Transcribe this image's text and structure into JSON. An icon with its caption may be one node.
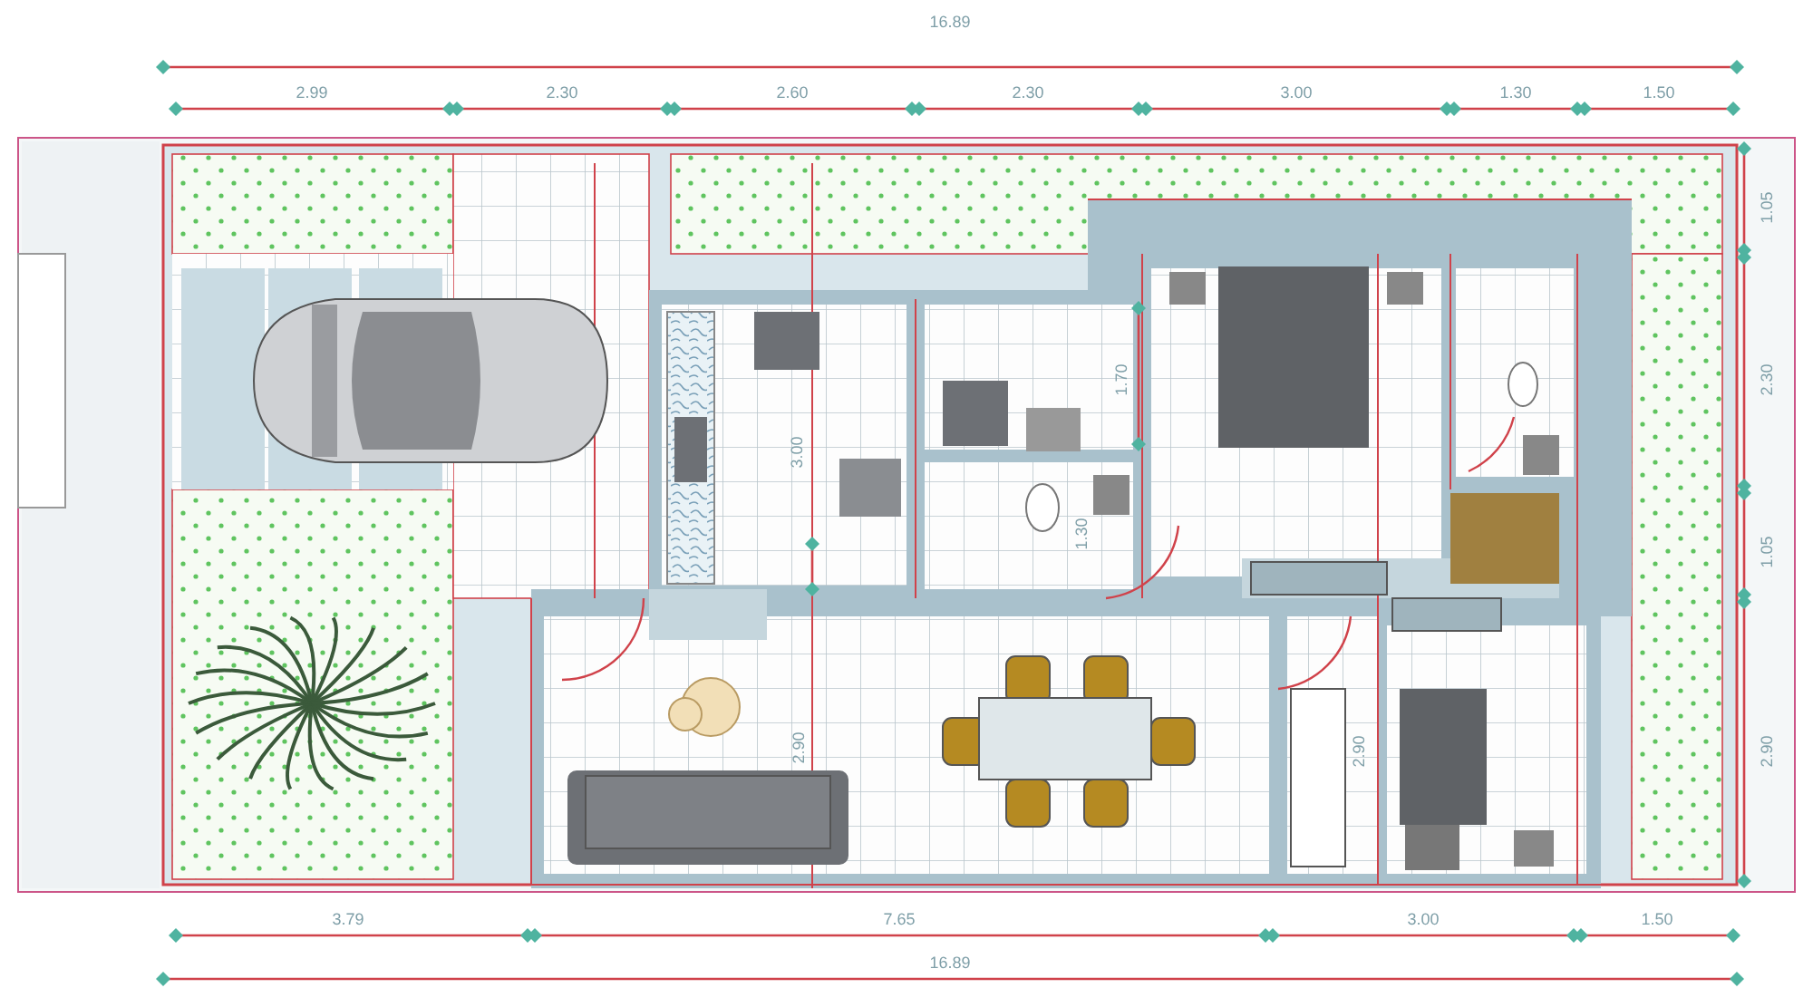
{
  "diagram": {
    "labels": [
      "16.89",
      "2.99",
      "2.30",
      "2.60",
      "2.30",
      "3.00",
      "1.30",
      "1.50",
      "1.05",
      "2.30",
      "1.05",
      "2.90",
      "3.00",
      "1.70",
      "1.30",
      "2.90",
      "2.90",
      "3.79",
      "7.65",
      "3.00",
      "1.50",
      "16.89"
    ]
  }
}
